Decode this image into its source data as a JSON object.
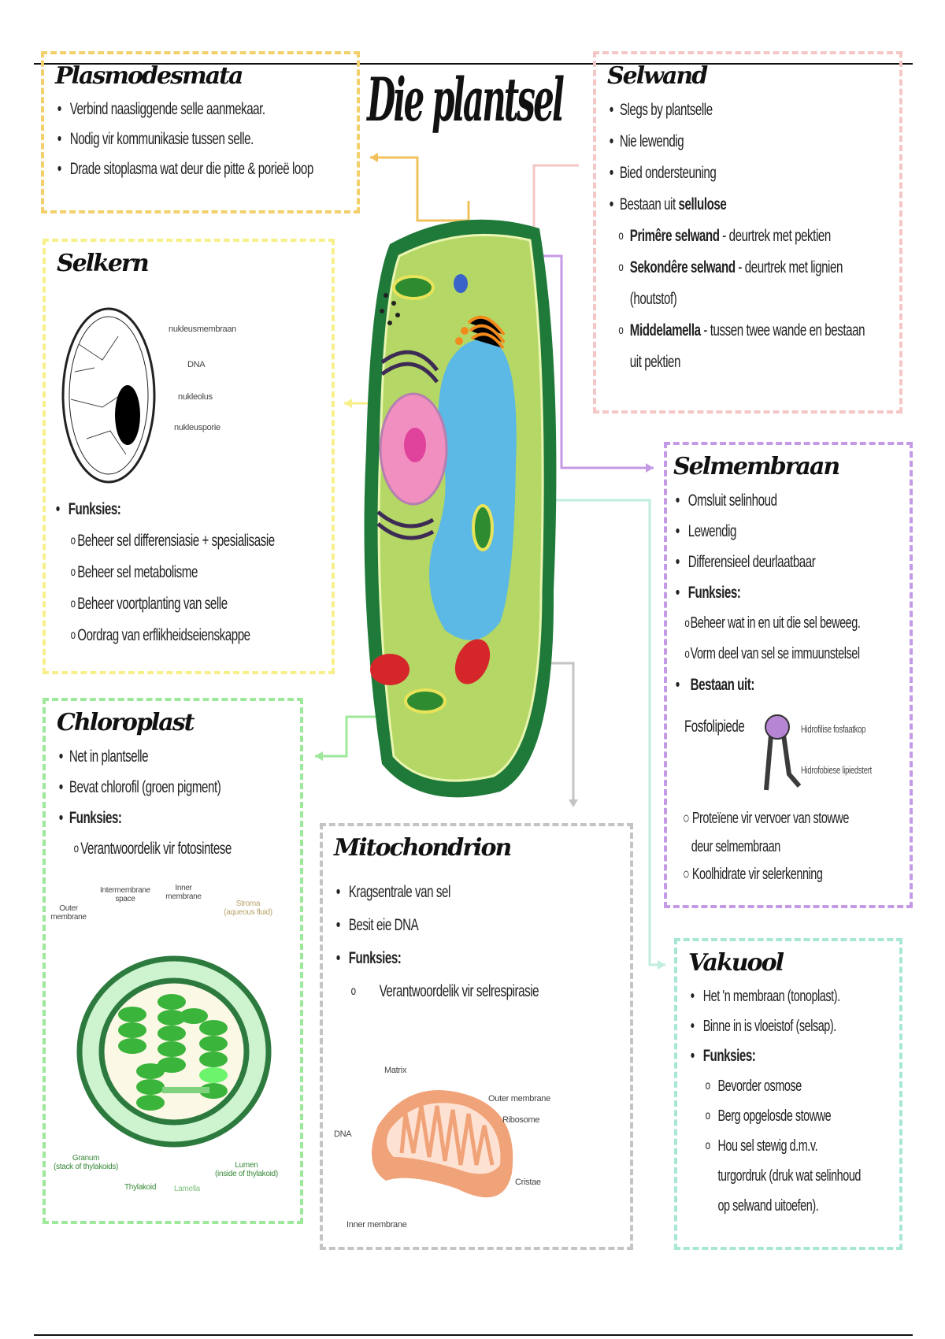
{
  "title": "Die plantsel",
  "plasmodesmata": {
    "heading": "Plasmodesmata",
    "items": [
      "Verbind naasliggende selle aanmekaar.",
      "Nodig vir kommunikasie tussen selle.",
      "Drade sitoplasma wat deur die pitte & porieë loop"
    ]
  },
  "selwand": {
    "heading": "Selwand",
    "items": [
      "Slegs by plantselle",
      "Nie lewendig",
      "Bied ondersteuning"
    ],
    "bestaan_prefix": "Bestaan uit ",
    "bestaan_bold": "sellulose",
    "sub": [
      {
        "bold": "Primêre selwand",
        "text": " - deurtrek met pektien"
      },
      {
        "bold": "Sekondêre selwand",
        "text": " - deurtrek met lignien"
      },
      {
        "bold": "Middelamella",
        "text": " - tussen twee wande en bestaan"
      }
    ],
    "sub2_cont": "(houtstof)",
    "sub3_cont": "uit pektien"
  },
  "selkern": {
    "heading": "Selkern",
    "labels": [
      "nukleusmembraan",
      "DNA",
      "nukleolus",
      "nukleusporie"
    ],
    "funksies": "Funksies:",
    "items": [
      "Beheer sel differensiasie + spesialisasie",
      "Beheer sel metabolisme",
      "Beheer voortplanting van selle",
      "Oordrag van erflikheidseienskappe"
    ]
  },
  "selmembraan": {
    "heading": "Selmembraan",
    "items": [
      "Omsluit selinhoud",
      "Lewendig",
      "Differensieel deurlaatbaar"
    ],
    "funksies": "Funksies:",
    "funksie_items": [
      "Beheer wat in en uit die sel beweeg.",
      "Vorm deel van sel se immuunstelsel"
    ],
    "bestaan": "Bestaan uit:",
    "fosfolipiede": "Fosfolipiede",
    "kop": "Hidrofilise fosfaatkop",
    "stert": "Hidrofobiese lipiedstert",
    "proteiene": "Proteïene vir vervoer van stowwe",
    "proteiene_cont": "deur selmembraan",
    "koolhidrate": "Koolhidrate vir selerkenning"
  },
  "chloroplast": {
    "heading": "Chloroplast",
    "items": [
      "Net in plantselle",
      "Bevat chlorofil (groen pigment)"
    ],
    "funksies": "Funksies:",
    "funksie_items": [
      "Verantwoordelik vir fotosintese"
    ],
    "labels": {
      "outer": "Outer membrane",
      "intermembrane": "Intermembrane space",
      "inner": "Inner membrane",
      "stroma": "Stroma (aqueous fluid)",
      "granum": "Granum",
      "granum_sub": "(stack of thylakoids)",
      "thylakoid": "Thylakoid",
      "lamella": "Lamella",
      "lumen": "Lumen",
      "lumen_sub": "(inside of thylakoid)"
    }
  },
  "mitochondrion": {
    "heading": "Mitochondrion",
    "items": [
      "Kragsentrale van sel",
      "Besit eie DNA"
    ],
    "funksies": "Funksies:",
    "funksie_items": [
      "Verantwoordelik vir selrespirasie"
    ],
    "labels": {
      "matrix": "Matrix",
      "outer": "Outer membrane",
      "ribosome": "Ribosome",
      "dna": "DNA",
      "cristae": "Cristae",
      "inner": "Inner membrane"
    }
  },
  "vakuool": {
    "heading": "Vakuool",
    "items": [
      "Het 'n membraan (tonoplast).",
      "Binne in is vloeistof (selsap)."
    ],
    "funksies": "Funksies:",
    "funksie_items": [
      "Bevorder osmose",
      "Berg opgelosde stowwe",
      "Hou sel stewig d.m.v."
    ],
    "cont1": "turgordruk (druk wat selinhoud",
    "cont2": "op selwand uitoefen)."
  },
  "colors": {
    "plasmodesmata": "#f2d06b",
    "selwand": "#f4c6c6",
    "selkern": "#f7f08a",
    "selmembraan": "#c49ae6",
    "chloroplast": "#9de89a",
    "mitochondrion": "#bdbdbd",
    "vakuool": "#a8e6d6"
  }
}
